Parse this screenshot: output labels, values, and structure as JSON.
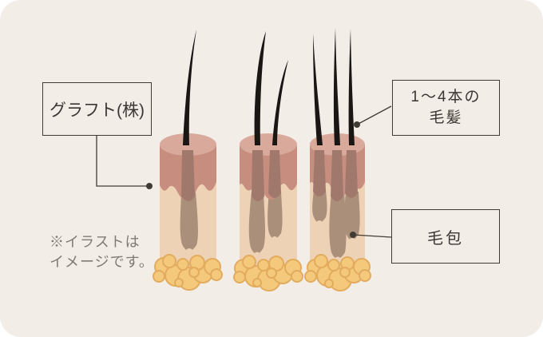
{
  "labels": {
    "graft": "グラフト(株)",
    "hairs_line1": "1〜4本の",
    "hairs_line2": "毛髪",
    "follicle": "毛包"
  },
  "note": {
    "line1": "※イラストは",
    "line2": "イメージです。"
  },
  "grafts": [
    {
      "name": "graft-1",
      "hair_count": 1
    },
    {
      "name": "graft-2",
      "hair_count": 2
    },
    {
      "name": "graft-3",
      "hair_count": 3
    }
  ],
  "colors": {
    "page": "#ffffff",
    "card": "#f2eee7",
    "line": "#3f3b35",
    "text": "#3a3732",
    "note": "#7e7b74",
    "ellipse": "#d9aa9c",
    "dermis": "#c78d7f",
    "stripe": "#a1796c",
    "skin": "#eed2b5",
    "follicle": "#aa907b",
    "fat": "#f4c97b",
    "fatline": "#e2ab5e",
    "hair": "#191613"
  }
}
